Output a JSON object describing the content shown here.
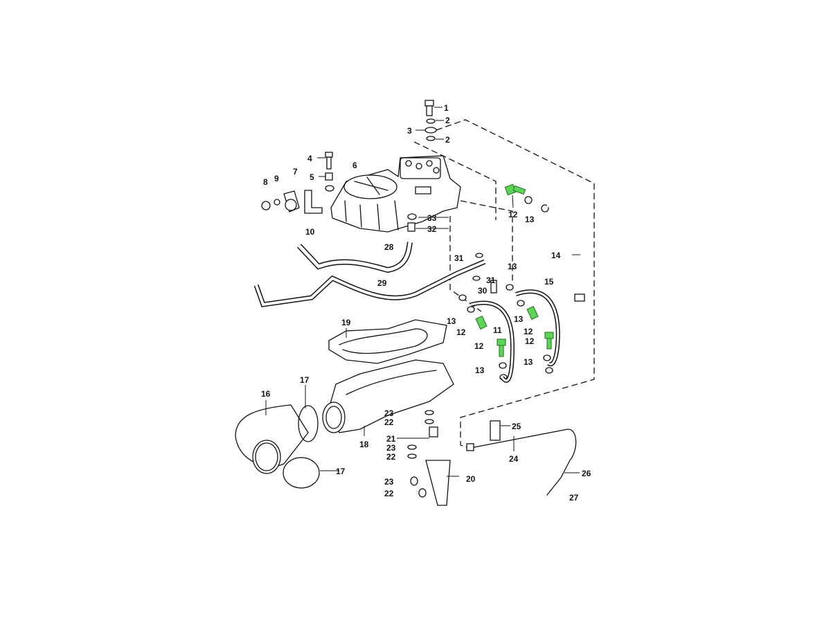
{
  "diagram": {
    "title": "Throttle housing / intake distributor exploded parts diagram",
    "highlight_color": "#5fd35a",
    "callouts": [
      "1",
      "2",
      "3",
      "2",
      "4",
      "5",
      "6",
      "7",
      "8",
      "9",
      "10",
      "12",
      "13",
      "14",
      "28",
      "33",
      "32",
      "31",
      "31",
      "30",
      "13",
      "15",
      "29",
      "13",
      "12",
      "11",
      "13",
      "12",
      "12",
      "12",
      "13",
      "13",
      "19",
      "17",
      "16",
      "18",
      "23",
      "22",
      "25",
      "21",
      "23",
      "22",
      "24",
      "26",
      "20",
      "23",
      "22",
      "17",
      "27"
    ]
  }
}
